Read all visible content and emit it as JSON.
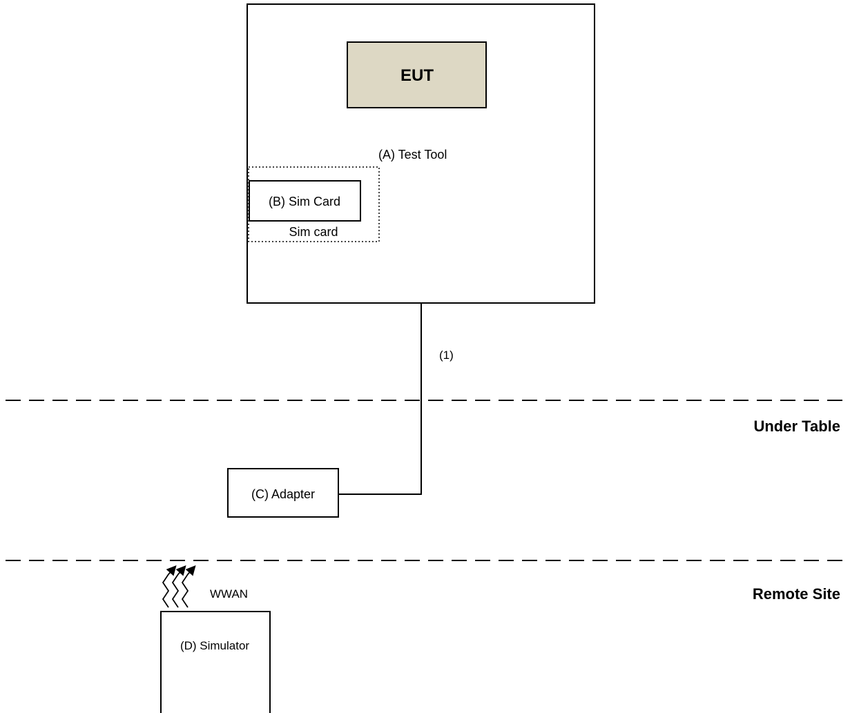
{
  "diagram": {
    "eut_label": "EUT",
    "test_tool_label": "(A) Test Tool",
    "sim_card_box_label": "(B) Sim Card",
    "sim_card_slot_label": "Sim card",
    "cable_label": "(1)",
    "adapter_label": "(C) Adapter",
    "simulator_label": "(D) Simulator",
    "wwan_label": "WWAN",
    "zone_under_table_label": "Under Table",
    "zone_remote_site_label": "Remote Site"
  },
  "colors": {
    "eut_fill": "#ddd8c4",
    "line": "#000000",
    "background": "#ffffff"
  }
}
